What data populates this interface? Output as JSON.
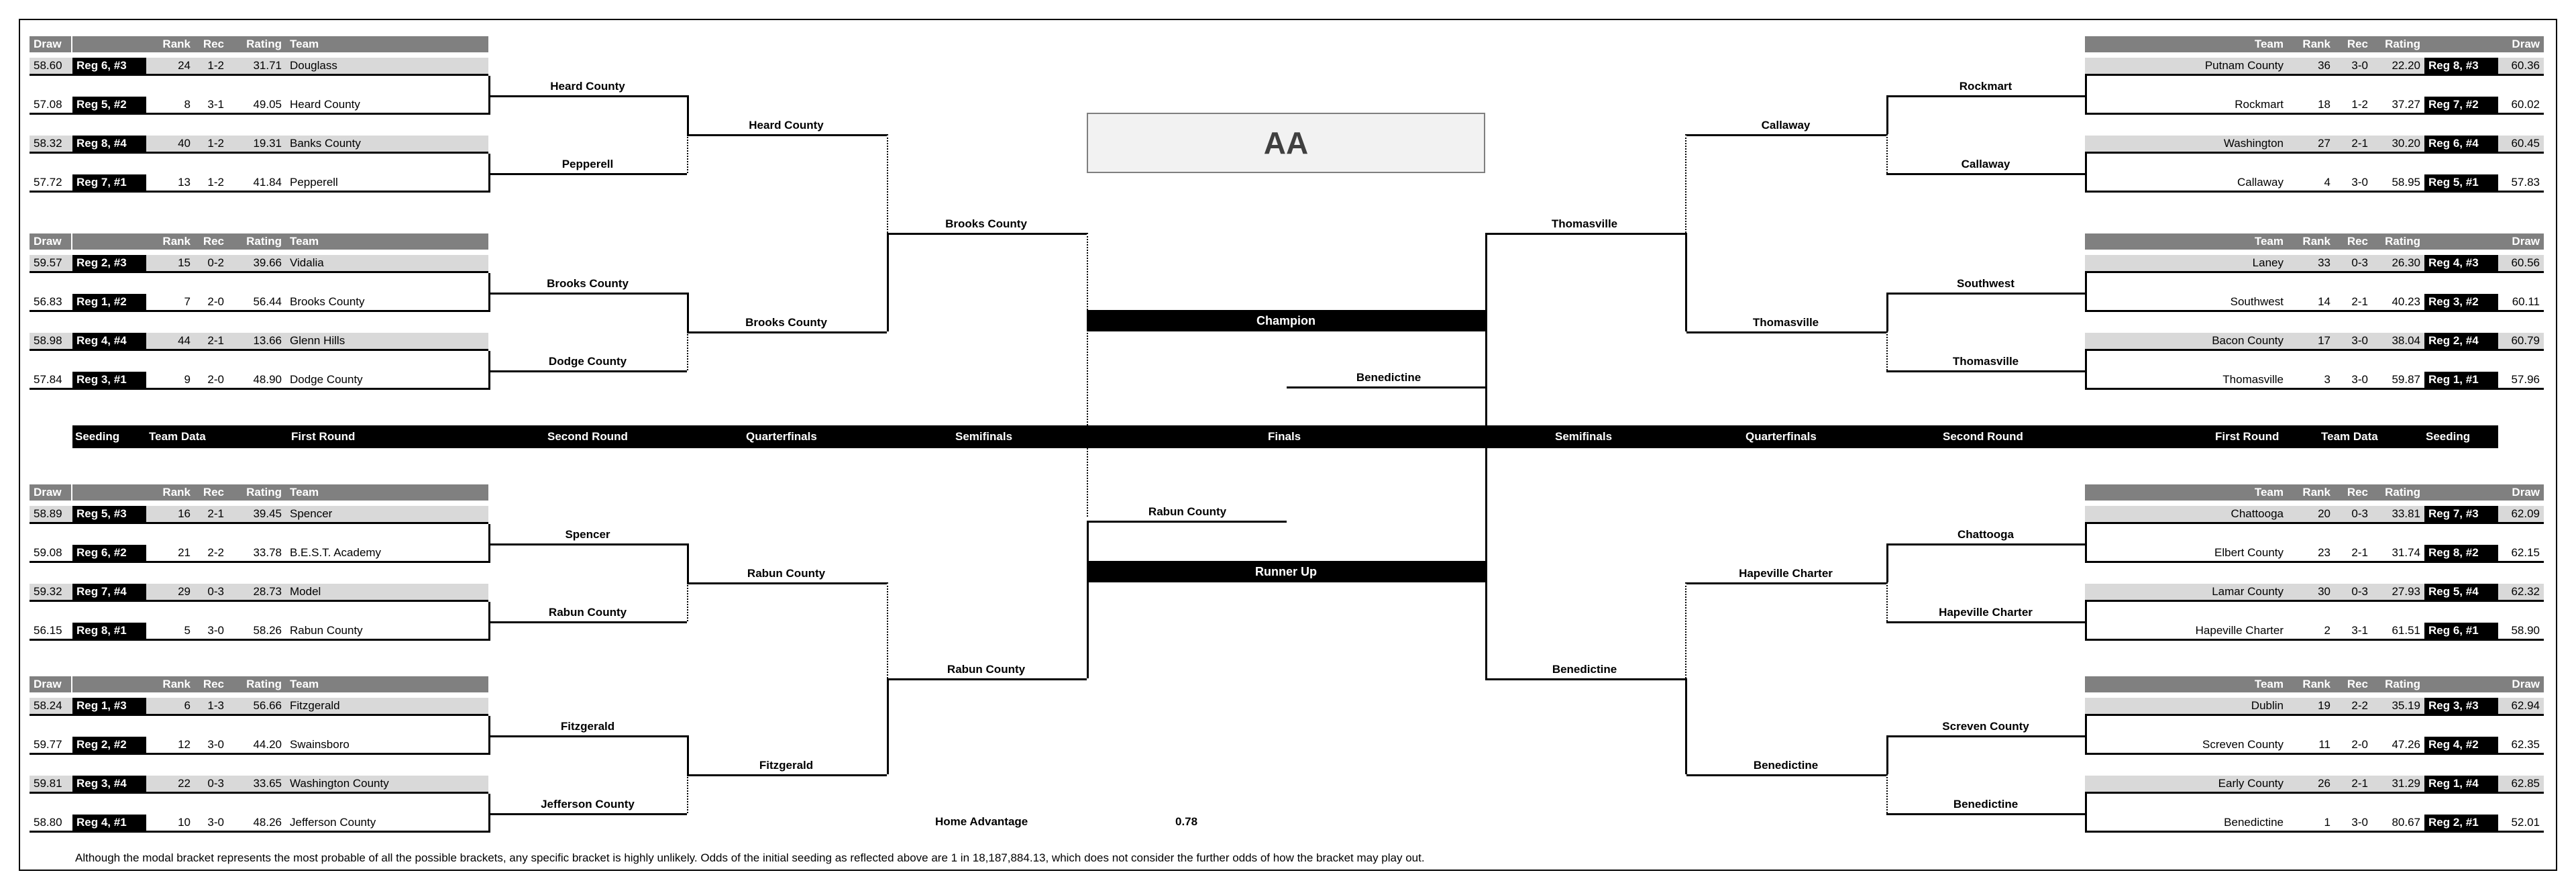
{
  "title": "AA",
  "labels": {
    "champion": "Champion",
    "runner_up": "Runner Up"
  },
  "headers": {
    "draw": "Draw",
    "rank": "Rank",
    "rec": "Rec",
    "rating": "Rating",
    "team": "Team"
  },
  "round_labels_left": [
    "Seeding",
    "Team Data",
    "First Round",
    "Second Round",
    "Quarterfinals",
    "Semifinals"
  ],
  "round_labels_center": "Finals",
  "round_labels_right": [
    "Semifinals",
    "Quarterfinals",
    "Second Round",
    "First Round",
    "Team Data",
    "Seeding"
  ],
  "left_groups": [
    [
      {
        "draw": "58.60",
        "seed": "Reg 6, #3",
        "rank": "24",
        "rec": "1-2",
        "rating": "31.71",
        "team": "Douglass"
      },
      {
        "draw": "57.08",
        "seed": "Reg 5, #2",
        "rank": "8",
        "rec": "3-1",
        "rating": "49.05",
        "team": "Heard County"
      },
      {
        "draw": "58.32",
        "seed": "Reg 8, #4",
        "rank": "40",
        "rec": "1-2",
        "rating": "19.31",
        "team": "Banks County"
      },
      {
        "draw": "57.72",
        "seed": "Reg 7, #1",
        "rank": "13",
        "rec": "1-2",
        "rating": "41.84",
        "team": "Pepperell"
      }
    ],
    [
      {
        "draw": "59.57",
        "seed": "Reg 2, #3",
        "rank": "15",
        "rec": "0-2",
        "rating": "39.66",
        "team": "Vidalia"
      },
      {
        "draw": "56.83",
        "seed": "Reg 1, #2",
        "rank": "7",
        "rec": "2-0",
        "rating": "56.44",
        "team": "Brooks County"
      },
      {
        "draw": "58.98",
        "seed": "Reg 4, #4",
        "rank": "44",
        "rec": "2-1",
        "rating": "13.66",
        "team": "Glenn Hills"
      },
      {
        "draw": "57.84",
        "seed": "Reg 3, #1",
        "rank": "9",
        "rec": "2-0",
        "rating": "48.90",
        "team": "Dodge County"
      }
    ],
    [
      {
        "draw": "58.89",
        "seed": "Reg 5, #3",
        "rank": "16",
        "rec": "2-1",
        "rating": "39.45",
        "team": "Spencer"
      },
      {
        "draw": "59.08",
        "seed": "Reg 6, #2",
        "rank": "21",
        "rec": "2-2",
        "rating": "33.78",
        "team": "B.E.S.T. Academy"
      },
      {
        "draw": "59.32",
        "seed": "Reg 7, #4",
        "rank": "29",
        "rec": "0-3",
        "rating": "28.73",
        "team": "Model"
      },
      {
        "draw": "56.15",
        "seed": "Reg 8, #1",
        "rank": "5",
        "rec": "3-0",
        "rating": "58.26",
        "team": "Rabun County"
      }
    ],
    [
      {
        "draw": "58.24",
        "seed": "Reg 1, #3",
        "rank": "6",
        "rec": "1-3",
        "rating": "56.66",
        "team": "Fitzgerald"
      },
      {
        "draw": "59.77",
        "seed": "Reg 2, #2",
        "rank": "12",
        "rec": "3-0",
        "rating": "44.20",
        "team": "Swainsboro"
      },
      {
        "draw": "59.81",
        "seed": "Reg 3, #4",
        "rank": "22",
        "rec": "0-3",
        "rating": "33.65",
        "team": "Washington County"
      },
      {
        "draw": "58.80",
        "seed": "Reg 4, #1",
        "rank": "10",
        "rec": "3-0",
        "rating": "48.26",
        "team": "Jefferson County"
      }
    ]
  ],
  "right_groups": [
    [
      {
        "draw": "60.36",
        "seed": "Reg 8, #3",
        "rank": "36",
        "rec": "3-0",
        "rating": "22.20",
        "team": "Putnam County"
      },
      {
        "draw": "60.02",
        "seed": "Reg 7, #2",
        "rank": "18",
        "rec": "1-2",
        "rating": "37.27",
        "team": "Rockmart"
      },
      {
        "draw": "60.45",
        "seed": "Reg 6, #4",
        "rank": "27",
        "rec": "2-1",
        "rating": "30.20",
        "team": "Washington"
      },
      {
        "draw": "57.83",
        "seed": "Reg 5, #1",
        "rank": "4",
        "rec": "3-0",
        "rating": "58.95",
        "team": "Callaway"
      }
    ],
    [
      {
        "draw": "60.56",
        "seed": "Reg 4, #3",
        "rank": "33",
        "rec": "0-3",
        "rating": "26.30",
        "team": "Laney"
      },
      {
        "draw": "60.11",
        "seed": "Reg 3, #2",
        "rank": "14",
        "rec": "2-1",
        "rating": "40.23",
        "team": "Southwest"
      },
      {
        "draw": "60.79",
        "seed": "Reg 2, #4",
        "rank": "17",
        "rec": "3-0",
        "rating": "38.04",
        "team": "Bacon County"
      },
      {
        "draw": "57.96",
        "seed": "Reg 1, #1",
        "rank": "3",
        "rec": "3-0",
        "rating": "59.87",
        "team": "Thomasville"
      }
    ],
    [
      {
        "draw": "62.09",
        "seed": "Reg 7, #3",
        "rank": "20",
        "rec": "0-3",
        "rating": "33.81",
        "team": "Chattooga"
      },
      {
        "draw": "62.15",
        "seed": "Reg 8, #2",
        "rank": "23",
        "rec": "2-1",
        "rating": "31.74",
        "team": "Elbert County"
      },
      {
        "draw": "62.32",
        "seed": "Reg 5, #4",
        "rank": "30",
        "rec": "0-3",
        "rating": "27.93",
        "team": "Lamar County"
      },
      {
        "draw": "58.90",
        "seed": "Reg 6, #1",
        "rank": "2",
        "rec": "3-1",
        "rating": "61.51",
        "team": "Hapeville Charter"
      }
    ],
    [
      {
        "draw": "62.94",
        "seed": "Reg 3, #3",
        "rank": "19",
        "rec": "2-2",
        "rating": "35.19",
        "team": "Dublin"
      },
      {
        "draw": "62.35",
        "seed": "Reg 4, #2",
        "rank": "11",
        "rec": "2-0",
        "rating": "47.26",
        "team": "Screven County"
      },
      {
        "draw": "62.85",
        "seed": "Reg 1, #4",
        "rank": "26",
        "rec": "2-1",
        "rating": "31.29",
        "team": "Early County"
      },
      {
        "draw": "52.01",
        "seed": "Reg 2, #1",
        "rank": "1",
        "rec": "3-0",
        "rating": "80.67",
        "team": "Benedictine"
      }
    ]
  ],
  "left_second_round": [
    "Heard County",
    "Pepperell",
    "Brooks County",
    "Dodge County",
    "Spencer",
    "Rabun County",
    "Fitzgerald",
    "Jefferson County"
  ],
  "left_quarterfinals": [
    "Heard County",
    "Brooks County",
    "Rabun County",
    "Fitzgerald"
  ],
  "left_semifinals": [
    "Brooks County",
    "Rabun County"
  ],
  "right_second_round": [
    "Rockmart",
    "Callaway",
    "Southwest",
    "Thomasville",
    "Chattooga",
    "Hapeville Charter",
    "Screven County",
    "Benedictine"
  ],
  "right_quarterfinals": [
    "Callaway",
    "Thomasville",
    "Hapeville Charter",
    "Benedictine"
  ],
  "right_semifinals": [
    "Thomasville",
    "Benedictine"
  ],
  "finals": {
    "champion": "Benedictine",
    "runner_up": "Rabun County"
  },
  "home_advantage": {
    "label": "Home Advantage",
    "value": "0.78"
  },
  "footnote": "Although the modal bracket represents the most probable of all the possible brackets, any specific bracket is highly unlikely.  Odds of the initial seeding as reflected above are 1 in 18,187,884.13, which does not consider the further odds of how the bracket may play out."
}
